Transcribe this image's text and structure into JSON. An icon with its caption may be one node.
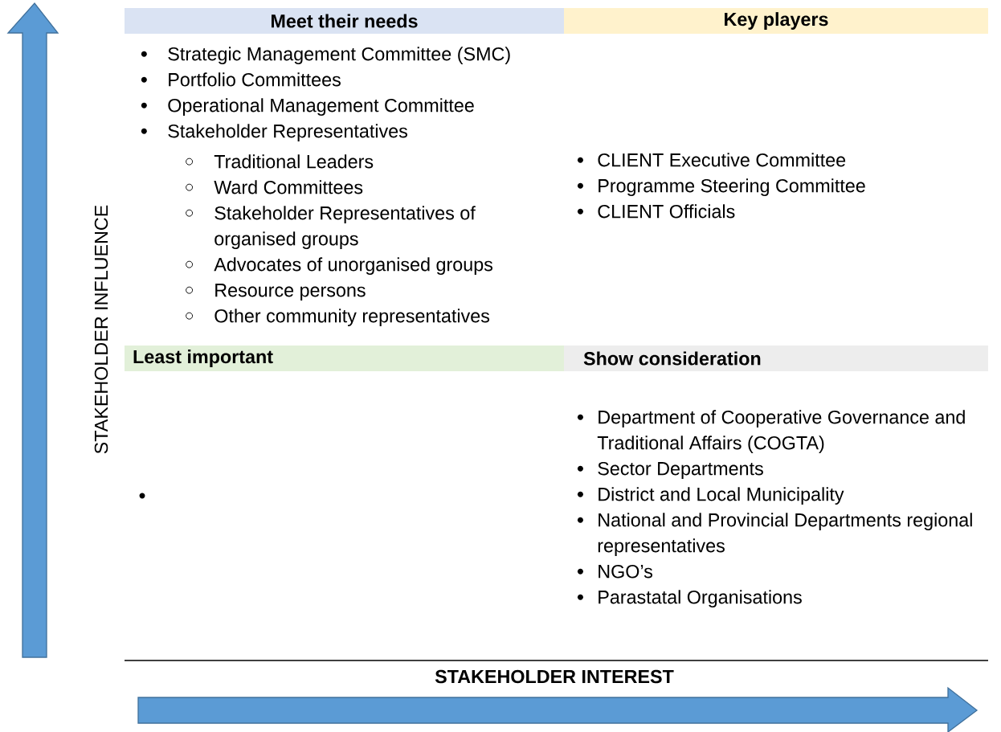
{
  "diagram": {
    "nodes": [
      {
        "text": [
          "Meet their needs",
          "Strategic Management Committee (SMC)",
          "Portfolio Committees",
          "Operational Management Committee",
          "Stakeholder Representatives"
        ]
      },
      {
        "text": [
          "Traditional Leaders",
          "Ward Committees",
          "Stakeholder Representatives of organised groups",
          "Advocates of unorganised groups",
          "Resource persons",
          "Other community representatives"
        ]
      },
      {
        "text": [
          "Key players",
          "CLIENT Executive Committee",
          "Programme Steering Committee",
          "CLIENT Officials"
        ]
      },
      {
        "text": [
          "Least important"
        ]
      },
      {
        "text": [
          "Show consideration",
          "Department of Cooperative Governance and Traditional Affairs (COGTA)",
          "Sector Departments",
          "District and Local Municipality",
          "National and Provincial Departments regional representatives",
          "NGO’s",
          "Parastatal Organisations"
        ]
      }
    ],
    "edges": [],
    "labels": [
      "STAKEHOLDER INFLUENCE",
      "STAKEHOLDER INTEREST"
    ]
  }
}
